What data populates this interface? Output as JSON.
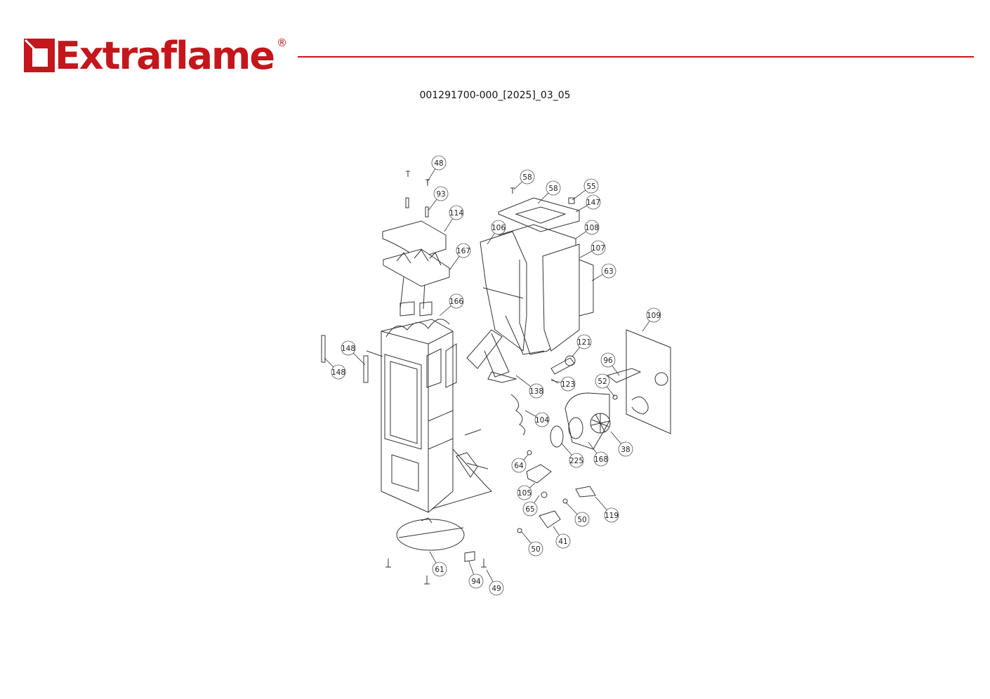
{
  "header": {
    "brand": "Extraflame",
    "registered_mark": "®",
    "brand_color": "#c4161c",
    "document_code": "001291700-000_[2025]_03_05"
  },
  "diagram": {
    "type": "exploded parts view",
    "callouts": [
      "48",
      "58",
      "58",
      "55",
      "147",
      "93",
      "114",
      "106",
      "108",
      "167",
      "107",
      "63",
      "166",
      "109",
      "148",
      "121",
      "148",
      "96",
      "52",
      "138",
      "123",
      "104",
      "38",
      "168",
      "225",
      "64",
      "105",
      "65",
      "119",
      "50",
      "41",
      "50",
      "61",
      "94",
      "49"
    ]
  }
}
